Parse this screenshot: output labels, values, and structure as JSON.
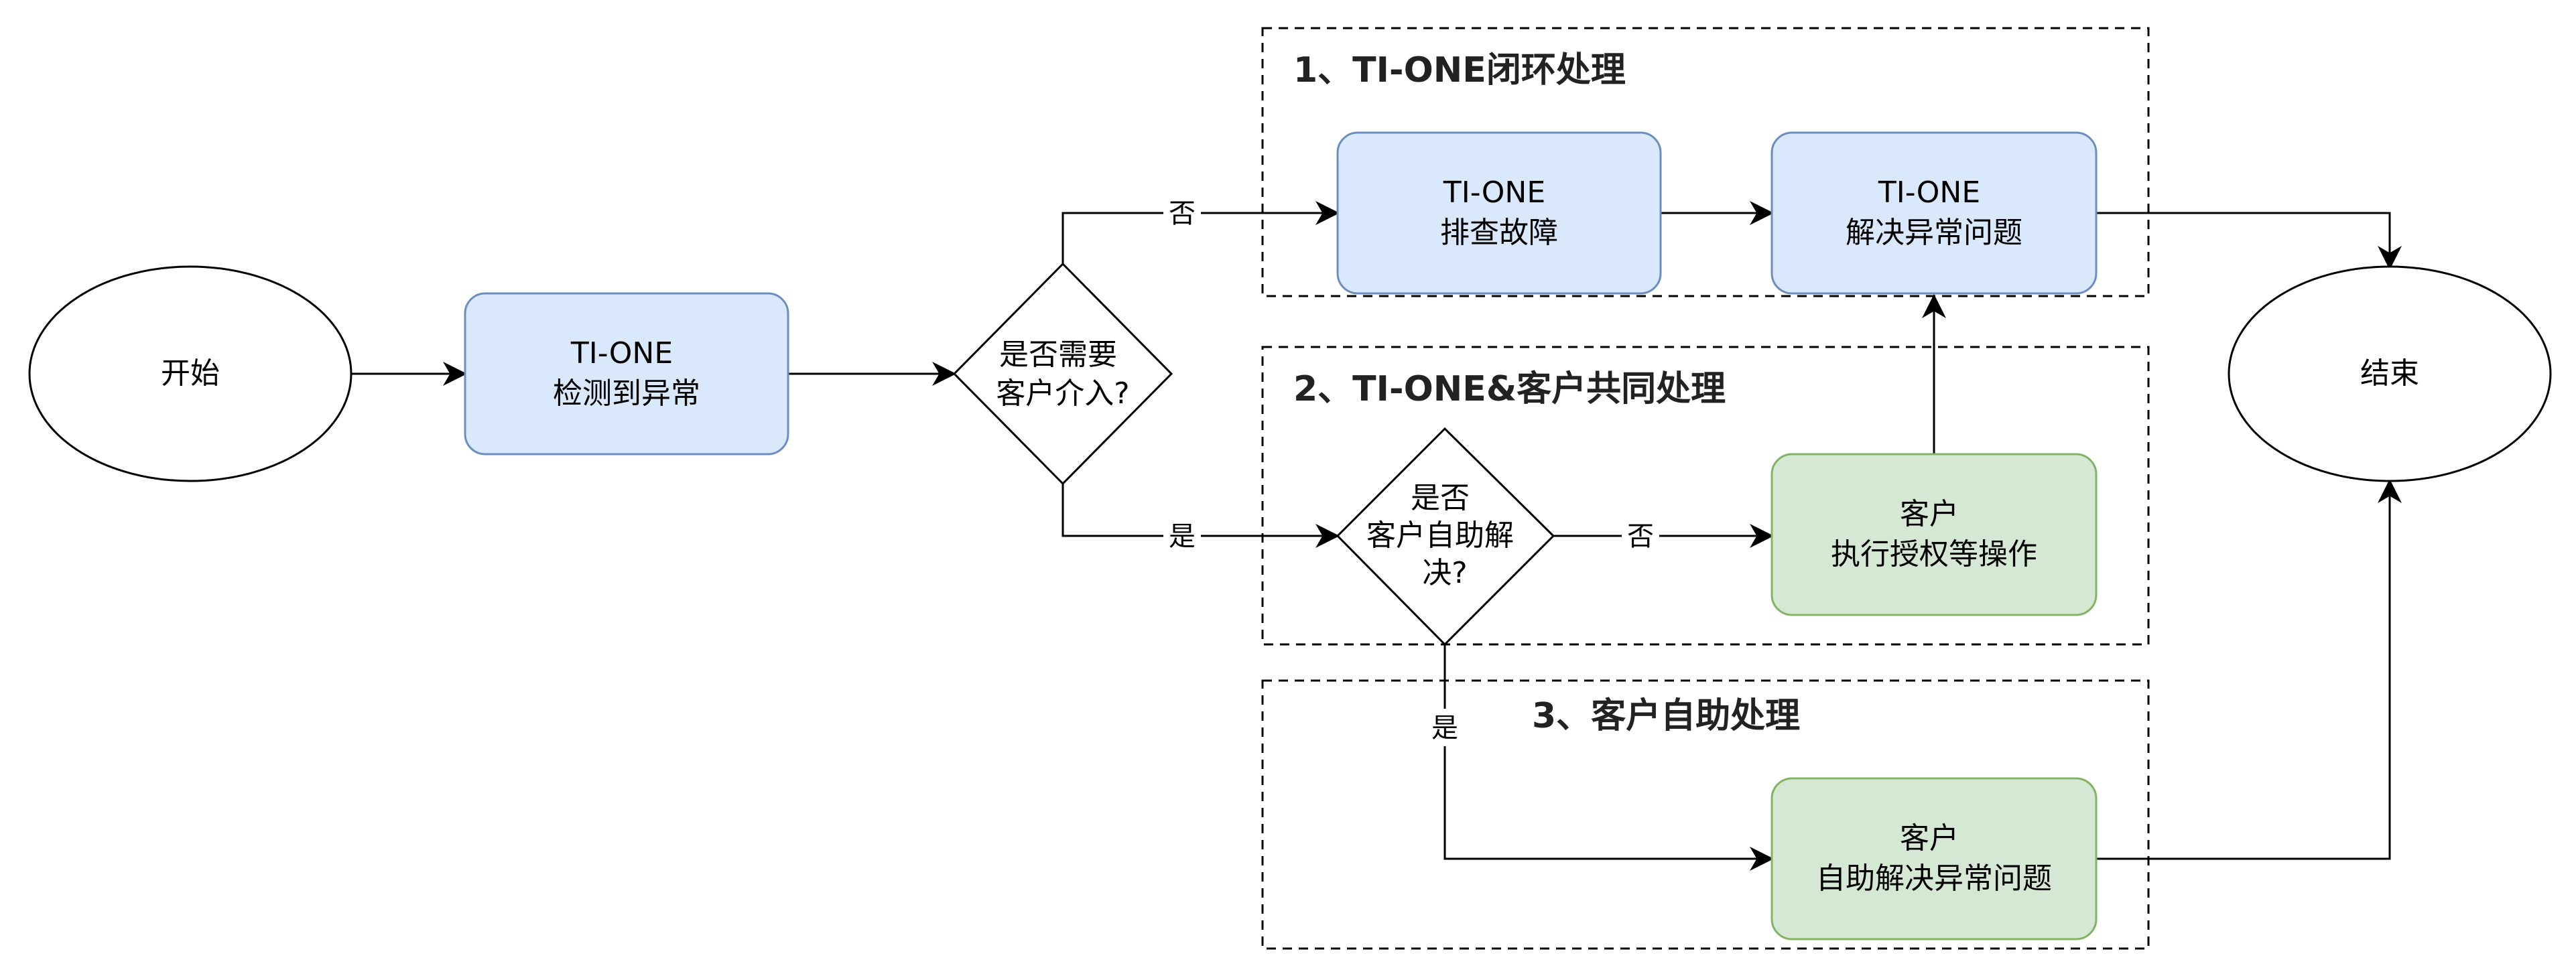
{
  "start": {
    "label": "开始"
  },
  "end": {
    "label": "结束"
  },
  "detect": {
    "lines": [
      "TI-ONE",
      "检测到异常"
    ]
  },
  "decision_intervene": {
    "lines": [
      "是否需要",
      "客户介入?"
    ]
  },
  "decision_self": {
    "lines": [
      "是否",
      "客户自助解",
      "决?"
    ]
  },
  "troubleshoot": {
    "lines": [
      "TI-ONE",
      "排查故障"
    ]
  },
  "resolve": {
    "lines": [
      "TI-ONE",
      "解决异常问题"
    ]
  },
  "customer_authorize": {
    "lines": [
      "客户",
      "执行授权等操作"
    ]
  },
  "customer_self": {
    "lines": [
      "客户",
      "自助解决异常问题"
    ]
  },
  "groups": {
    "g1": "1、TI-ONE闭环处理",
    "g2": "2、TI-ONE&客户共同处理",
    "g3": "3、客户自助处理"
  },
  "edge_labels": {
    "no_top": "否",
    "yes_bottom": "是",
    "no_mid": "否",
    "yes_down": "是"
  },
  "colors": {
    "blue_fill": "#dae8fc",
    "blue_stroke": "#6c8ebf",
    "green_fill": "#d5e8d4",
    "green_stroke": "#82b366"
  }
}
